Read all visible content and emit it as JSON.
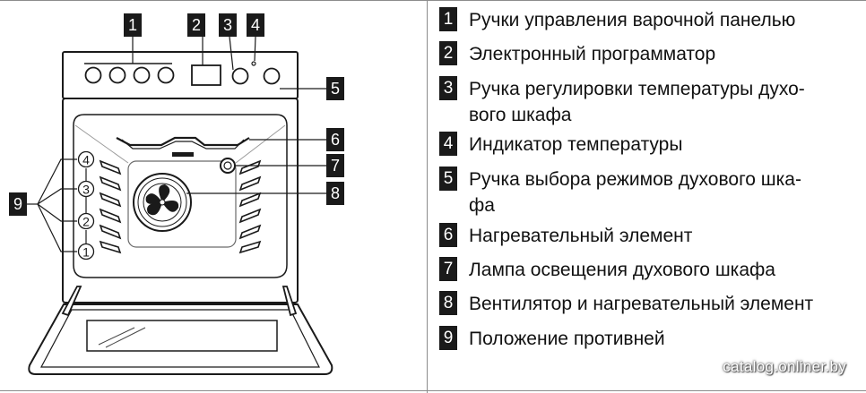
{
  "callouts": [
    "1",
    "2",
    "3",
    "4",
    "5",
    "6",
    "7",
    "8",
    "9"
  ],
  "positions": [
    "1",
    "2",
    "3",
    "4"
  ],
  "legend": [
    {
      "num": "1",
      "text": "Ручки управления варочной панелью"
    },
    {
      "num": "2",
      "text": "Электронный программатор"
    },
    {
      "num": "3",
      "text": "Ручка регулировки температуры духо-\nвого шкафа"
    },
    {
      "num": "4",
      "text": "Индикатор температуры"
    },
    {
      "num": "5",
      "text": "Ручка выбора режимов духового шка-\nфа"
    },
    {
      "num": "6",
      "text": "Нагревательный элемент"
    },
    {
      "num": "7",
      "text": "Лампа освещения духового шкафа"
    },
    {
      "num": "8",
      "text": "Вентилятор и нагревательный элемент"
    },
    {
      "num": "9",
      "text": "Положение противней"
    }
  ],
  "watermark": "catalog.onliner.by"
}
